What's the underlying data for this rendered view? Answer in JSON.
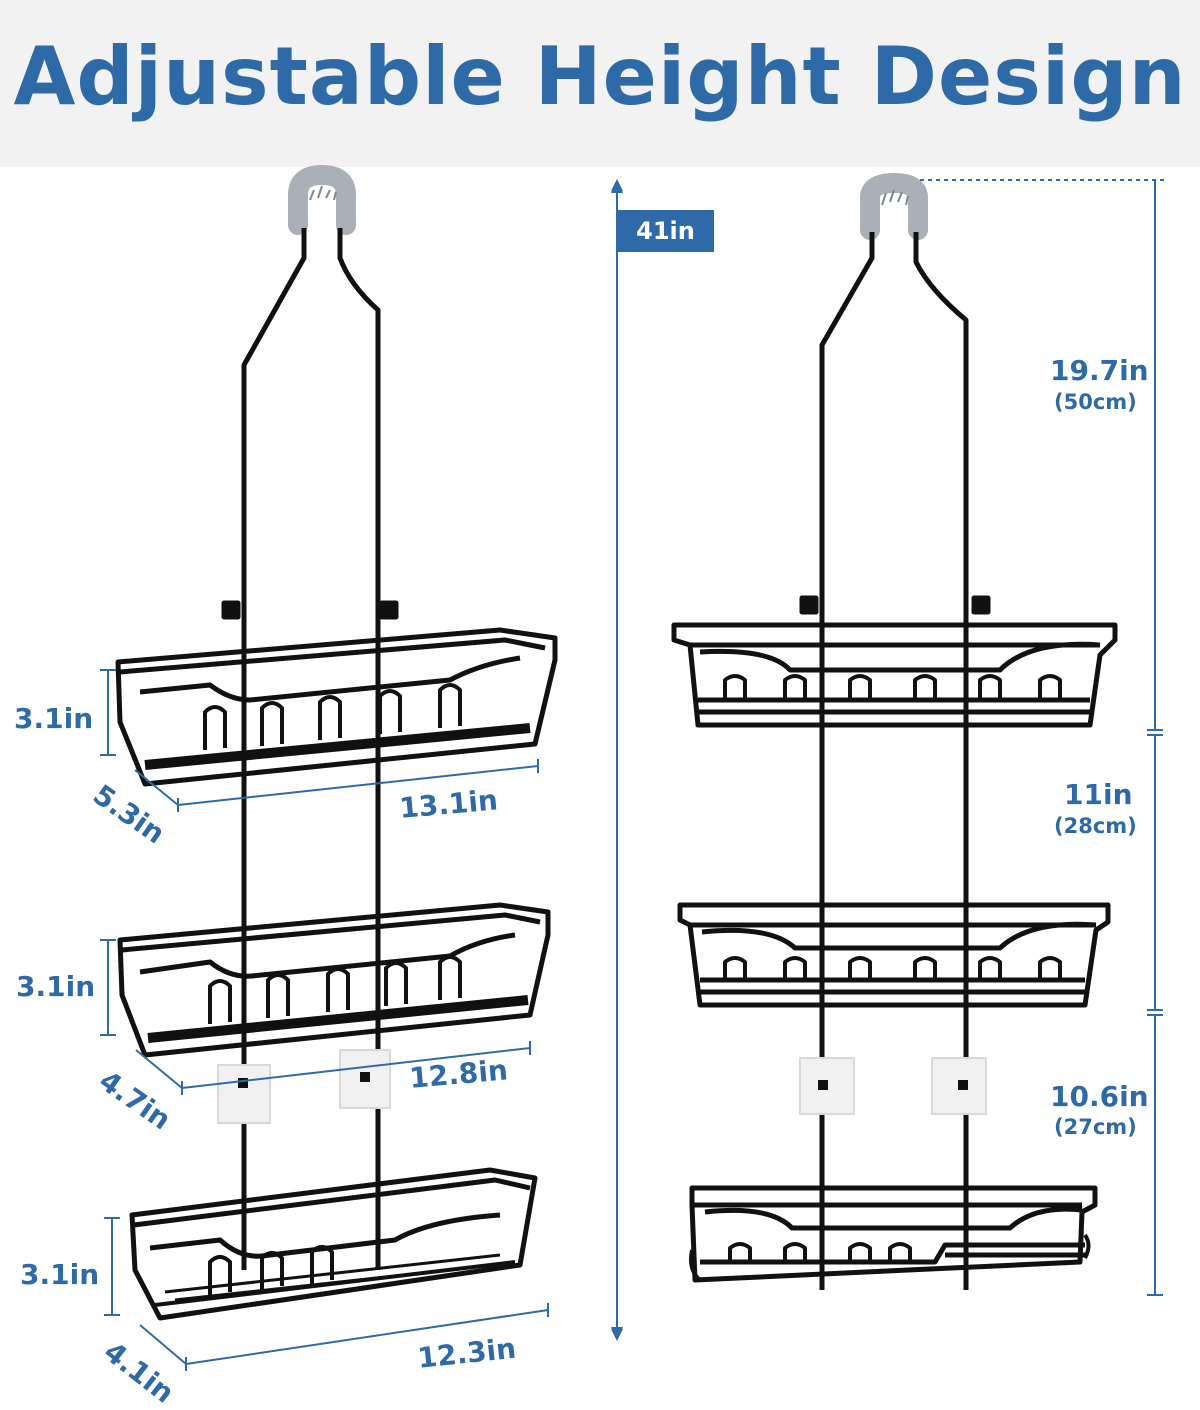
{
  "title": "Adjustable Height Design",
  "accent_color": "#2f6aa8",
  "frame_color": "#111111",
  "left_product": {
    "tiers": [
      {
        "height": "3.1in",
        "depth": "5.3in",
        "width": "13.1in"
      },
      {
        "height": "3.1in",
        "depth": "4.7in",
        "width": "12.8in"
      },
      {
        "height": "3.1in",
        "depth": "4.1in",
        "width": "12.3in"
      }
    ]
  },
  "total_height": "41in",
  "right_product": {
    "spacings": [
      {
        "in": "19.7in",
        "cm": "(50cm)"
      },
      {
        "in": "11in",
        "cm": "(28cm)"
      },
      {
        "in": "10.6in",
        "cm": "(27cm)"
      }
    ]
  },
  "icons": [
    "hook-icon",
    "adhesive-pad-icon",
    "arrow-up-icon",
    "arrow-down-icon"
  ]
}
